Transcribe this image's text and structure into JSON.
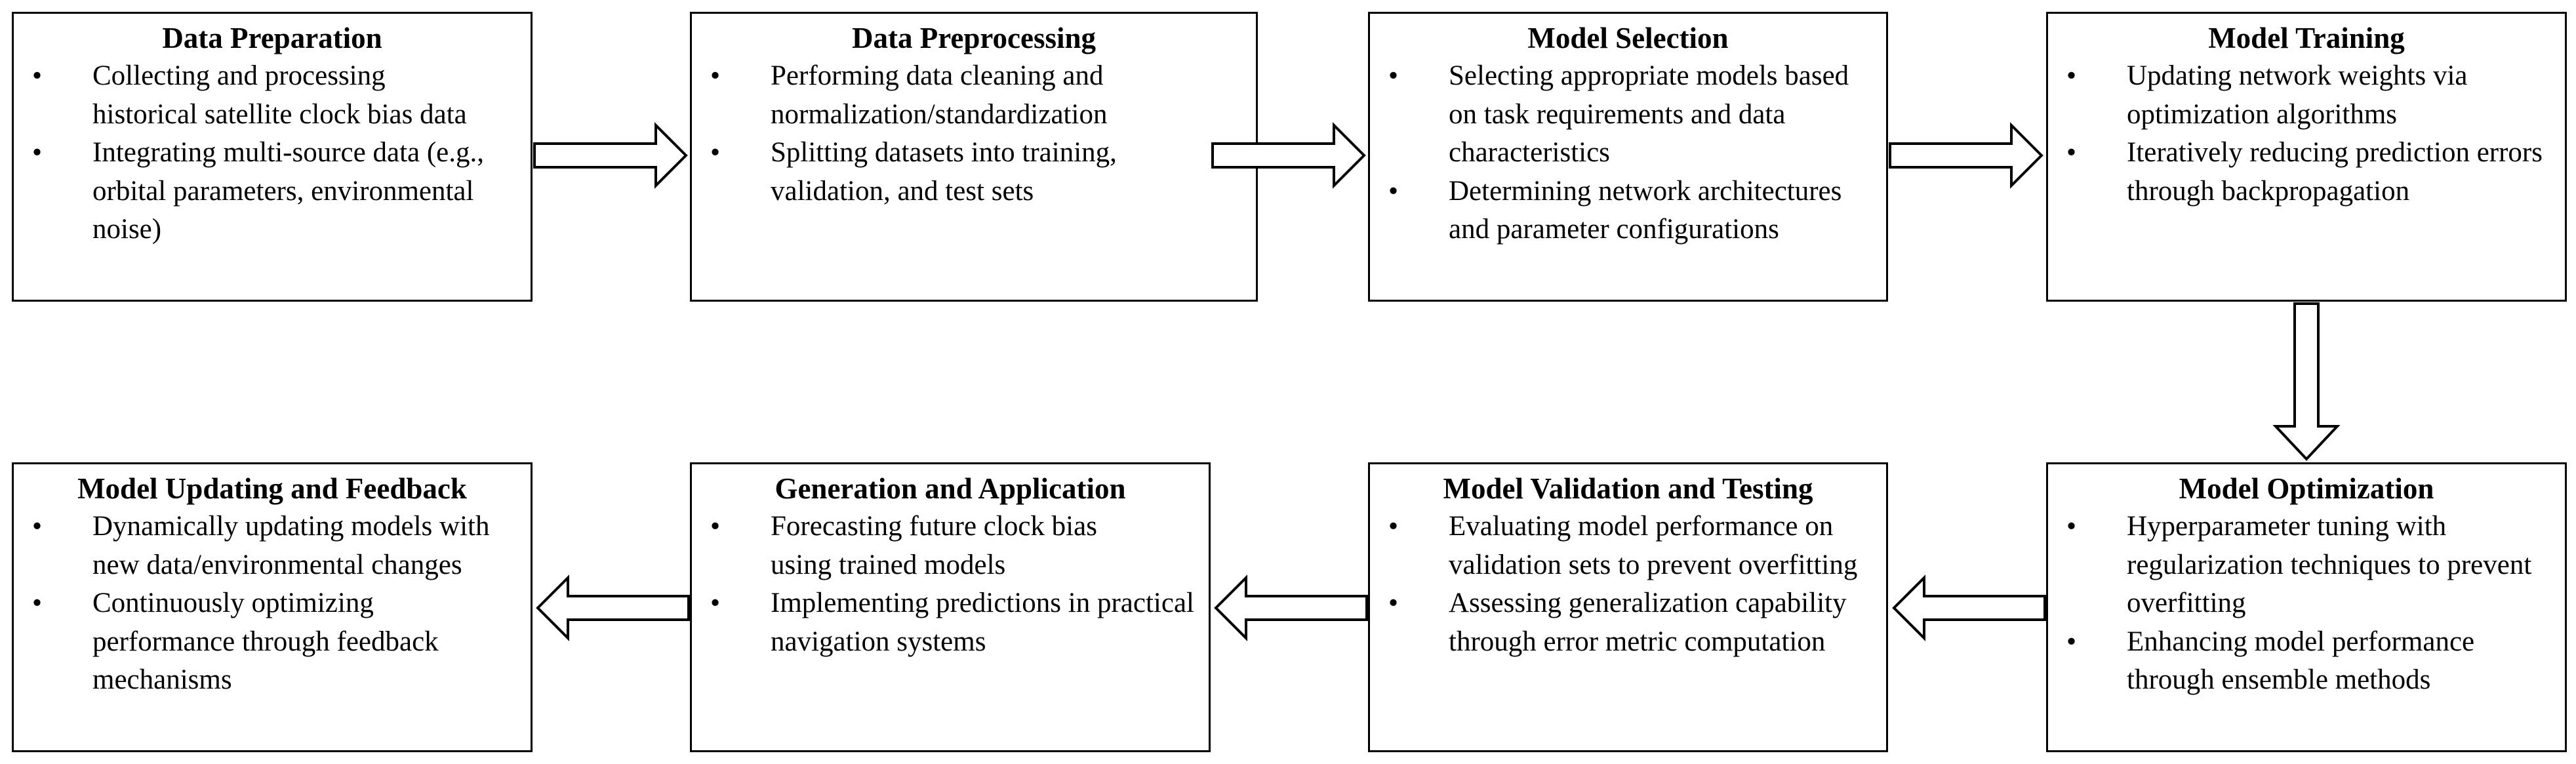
{
  "colors": {
    "stroke": "#000000",
    "fill": "#ffffff"
  },
  "boxes": [
    {
      "title": "Data Preparation",
      "bullets": [
        "Collecting and processing historical satellite clock bias data",
        "Integrating multi-source data (e.g., orbital parameters, environmental noise)"
      ]
    },
    {
      "title": "Data Preprocessing",
      "bullets": [
        "Performing data cleaning and normalization/standardization",
        "Splitting datasets into training, validation, and test sets"
      ]
    },
    {
      "title": "Model Selection",
      "bullets": [
        "Selecting appropriate models based on task requirements and data characteristics",
        "Determining network architectures and parameter configurations"
      ]
    },
    {
      "title": "Model Training",
      "bullets": [
        "Updating network weights via optimization algorithms",
        " Iteratively reducing prediction errors through backpropagation"
      ]
    },
    {
      "title": "Model Optimization",
      "bullets": [
        " Hyperparameter tuning with regularization techniques to prevent overfitting",
        "Enhancing model performance through ensemble methods"
      ]
    },
    {
      "title": "Model Validation and Testing",
      "bullets": [
        "Evaluating model performance on validation sets to prevent overfitting",
        "Assessing generalization capability through error metric computation"
      ]
    },
    {
      "title": "Generation and Application",
      "bullets": [
        "Forecasting future clock bias using trained models",
        " Implementing predictions in practical navigation systems"
      ]
    },
    {
      "title": "Model Updating and Feedback",
      "bullets": [
        "Dynamically updating models with new data/environmental changes",
        "Continuously optimizing performance through feedback mechanisms"
      ]
    }
  ]
}
